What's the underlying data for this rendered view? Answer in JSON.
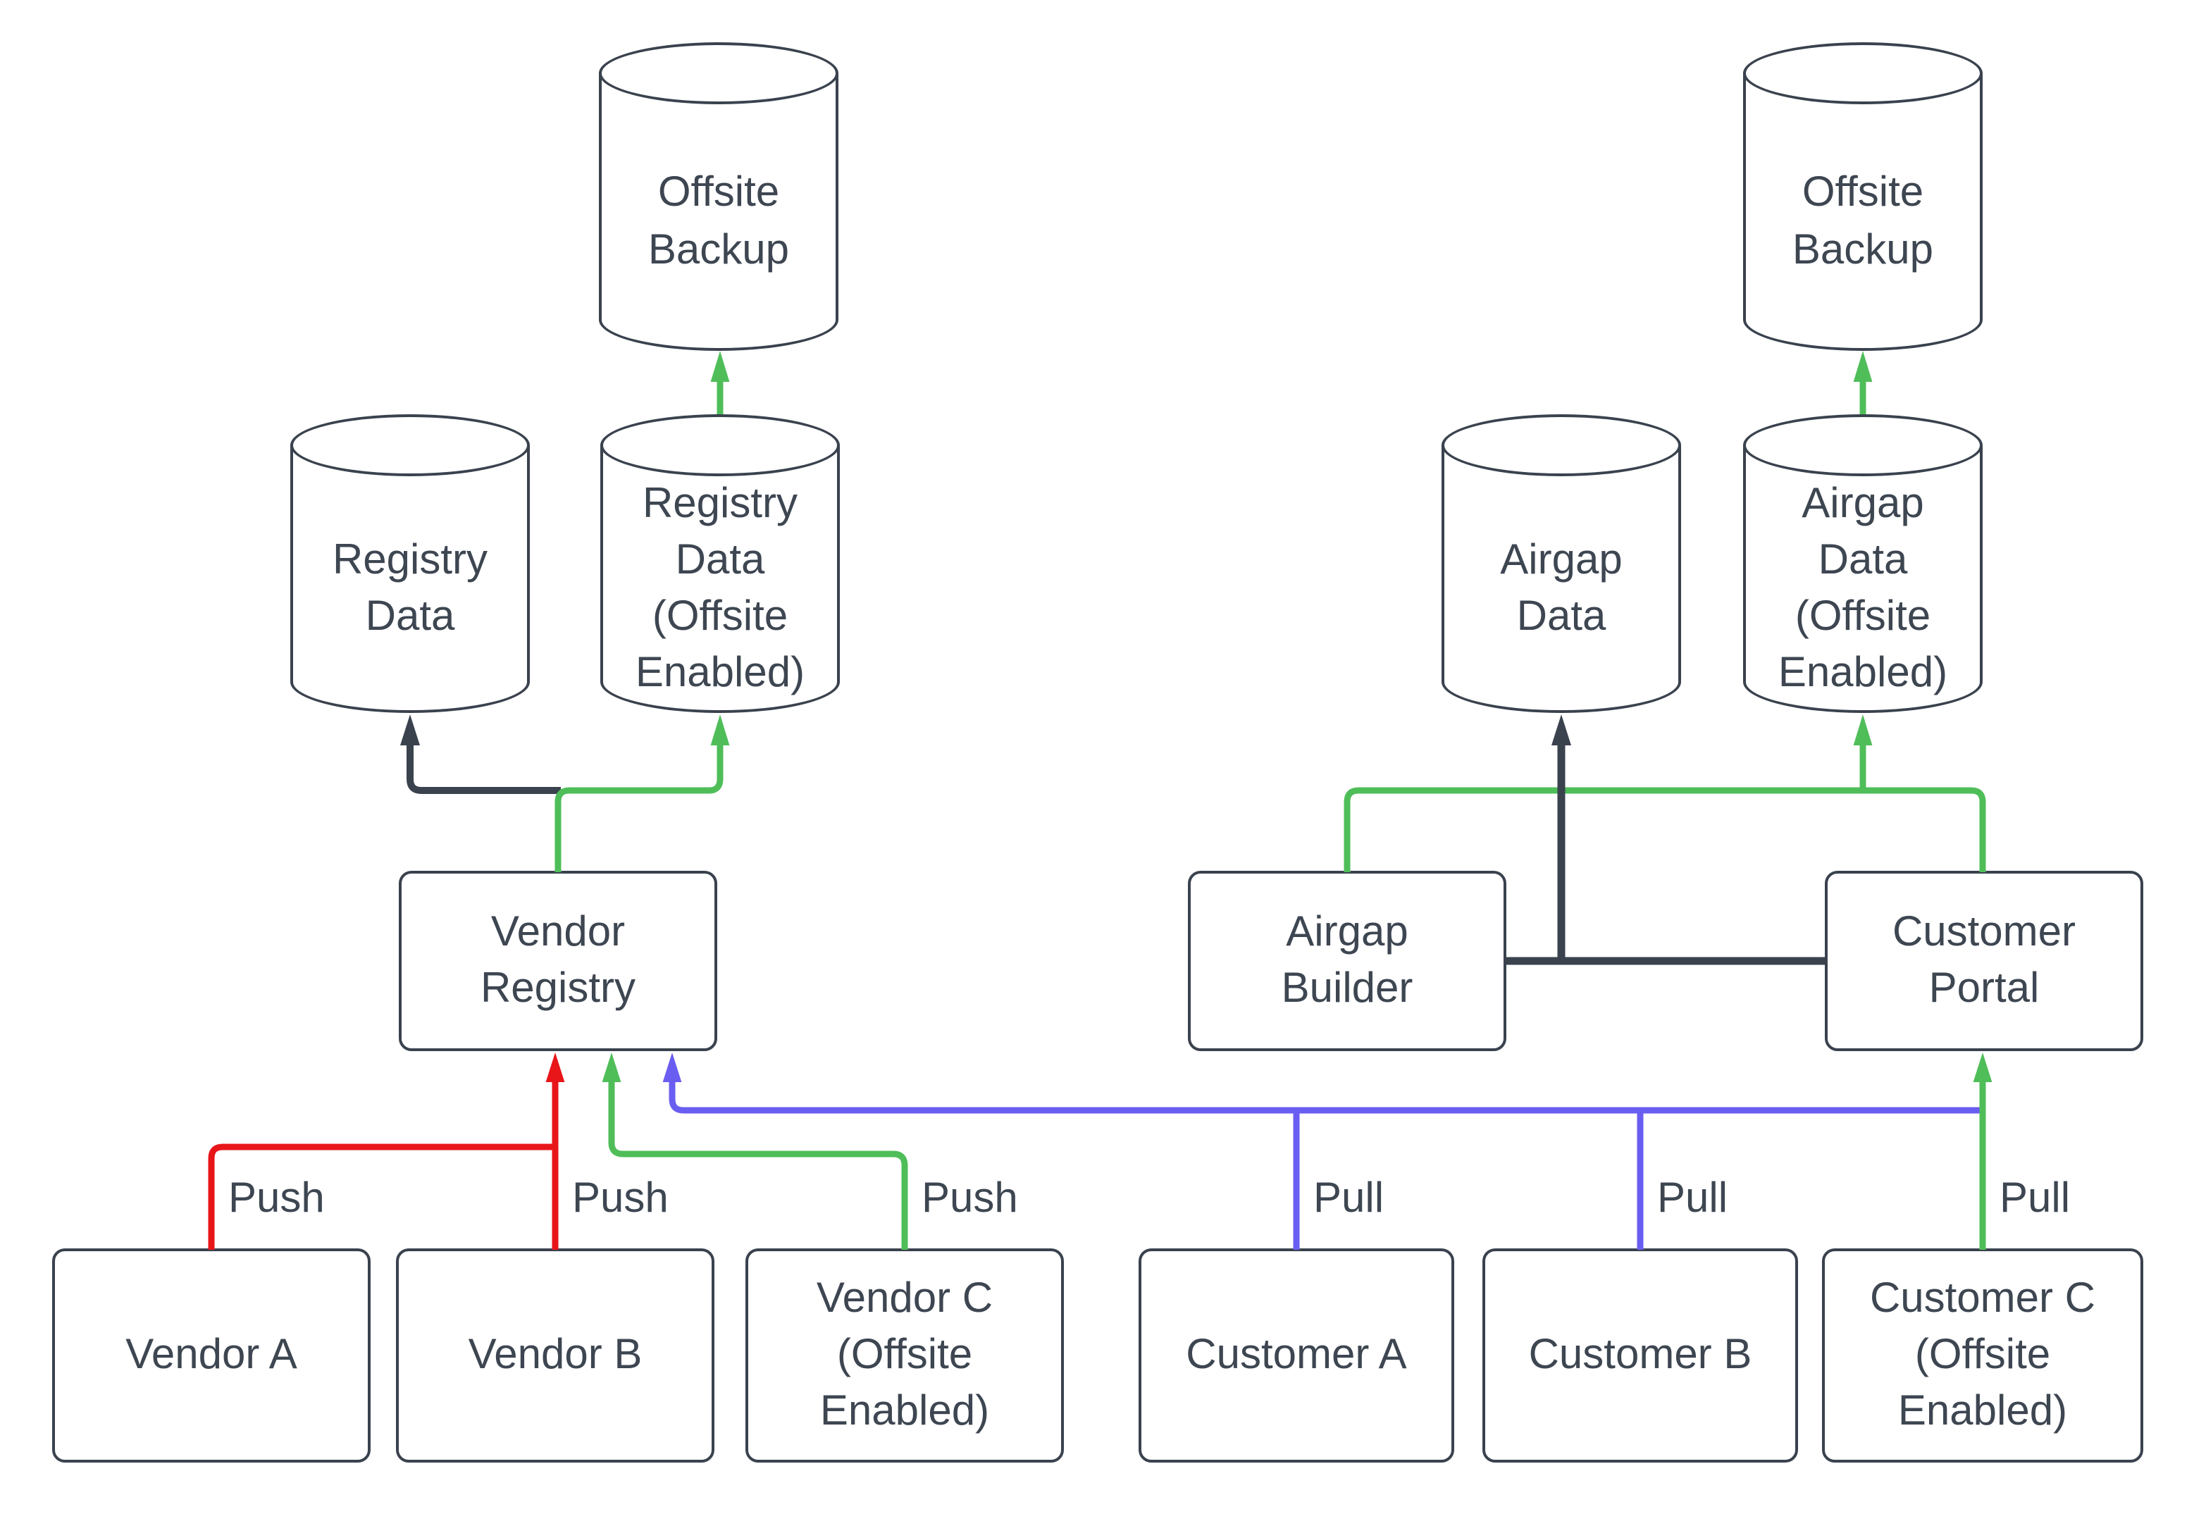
{
  "diagram": {
    "title": "",
    "colors": {
      "line": "#3a424e",
      "text": "#3d4651",
      "push_red": "#e81519",
      "push_pull_green": "#4fbe59",
      "pull_blue": "#6a5df1",
      "internal_dark": "#3a424e",
      "background": "#ffffff"
    },
    "cylinders": {
      "offsite_backup_left": {
        "label": "Offsite\nBackup"
      },
      "offsite_backup_right": {
        "label": "Offsite\nBackup"
      },
      "registry_data": {
        "label": "Registry\nData"
      },
      "registry_data_offsite": {
        "label": "Registry\nData\n(Offsite\nEnabled)"
      },
      "airgap_data": {
        "label": "Airgap\nData"
      },
      "airgap_data_offsite": {
        "label": "Airgap\nData\n(Offsite\nEnabled)"
      }
    },
    "processes": {
      "vendor_registry": {
        "label": "Vendor\nRegistry"
      },
      "airgap_builder": {
        "label": "Airgap\nBuilder"
      },
      "customer_portal": {
        "label": "Customer\nPortal"
      }
    },
    "actors": {
      "vendor_a": {
        "label": "Vendor A"
      },
      "vendor_b": {
        "label": "Vendor B"
      },
      "vendor_c": {
        "label": "Vendor C\n(Offsite\nEnabled)"
      },
      "customer_a": {
        "label": "Customer A"
      },
      "customer_b": {
        "label": "Customer B"
      },
      "customer_c": {
        "label": "Customer C\n(Offsite\nEnabled)"
      }
    },
    "edge_labels": {
      "vendor_a_push": "Push",
      "vendor_b_push": "Push",
      "vendor_c_push": "Push",
      "customer_a_pull": "Pull",
      "customer_b_pull": "Pull",
      "customer_c_pull": "Pull"
    }
  }
}
